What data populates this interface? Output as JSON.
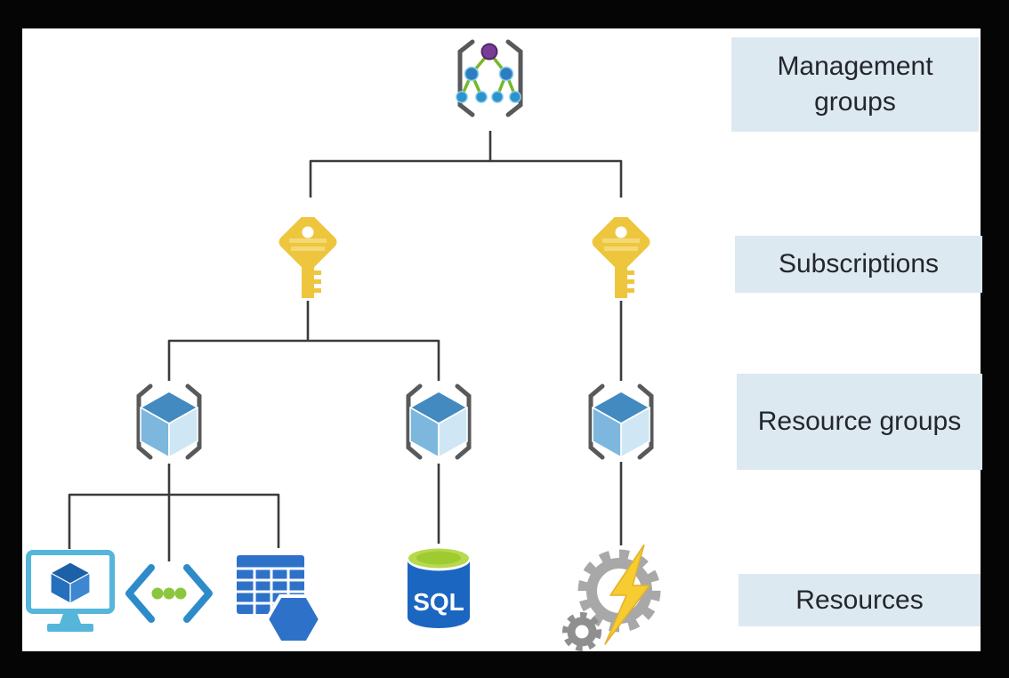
{
  "legend": {
    "management_groups": "Management groups",
    "subscriptions": "Subscriptions",
    "resource_groups": "Resource groups",
    "resources": "Resources"
  },
  "sql_icon_text": "SQL",
  "hierarchy": {
    "management_groups_count": 1,
    "subscriptions_count": 2,
    "resource_groups_count": 3,
    "structure": [
      {
        "subscription": "left-key",
        "resource_groups": [
          {
            "name": "left-resource-group",
            "resources": [
              "virtual-machine",
              "code-app",
              "table-storage"
            ]
          },
          {
            "name": "middle-resource-group",
            "resources": [
              "sql-database"
            ]
          }
        ]
      },
      {
        "subscription": "right-key",
        "resource_groups": [
          {
            "name": "right-resource-group",
            "resources": [
              "automation-gears"
            ]
          }
        ]
      }
    ]
  },
  "icons": {
    "management_group": "management-group-bracket-tree-icon",
    "subscription": "subscription-key-icon",
    "resource_group": "resource-group-bracket-cube-icon",
    "virtual_machine": "virtual-machine-monitor-icon",
    "code_app": "code-angle-brackets-icon",
    "table_storage": "table-hexagon-icon",
    "sql_database": "sql-database-cylinder-icon",
    "automation": "gears-lightning-icon"
  },
  "colors": {
    "frame_border": "#050505",
    "canvas": "#ffffff",
    "label_box": "#dce9f0",
    "label_text": "#24262c",
    "connector": "#3b3b3b",
    "bracket_gray": "#58595b",
    "key_yellow": "#edc63e",
    "key_highlight": "#f5da7d",
    "node_purple": "#7a3d96",
    "node_blue": "#2d7dc0",
    "tree_green": "#76b82a",
    "cube_top": "#428abf",
    "cube_left": "#7db7dd",
    "cube_right": "#cfe6f4",
    "vm_frame_blue": "#55b6da",
    "vm_cube_blue": "#2470bd",
    "code_blue": "#2e8bca",
    "dot_green": "#8cc63e",
    "table_blue": "#2d72c8",
    "sql_body_blue": "#1b66c0",
    "sql_top_green": "#9ecb2f",
    "gear_gray": "#a8a8a8",
    "gear_dark_gray": "#8f8f8f",
    "bolt_yellow": "#f6cc31"
  }
}
